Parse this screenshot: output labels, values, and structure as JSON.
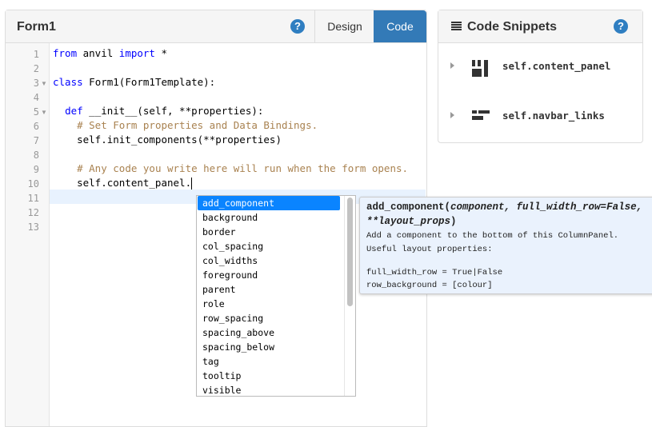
{
  "editor": {
    "title": "Form1",
    "tabs": {
      "design": "Design",
      "code": "Code"
    },
    "help": "?",
    "lines": [
      [
        {
          "t": "from",
          "k": "kw"
        },
        {
          "t": " anvil "
        },
        {
          "t": "import",
          "k": "kw"
        },
        {
          "t": " *"
        }
      ],
      [],
      [
        {
          "t": "class",
          "k": "kw"
        },
        {
          "t": " Form1(Form1Template):"
        }
      ],
      [],
      [
        {
          "t": "  "
        },
        {
          "t": "def",
          "k": "kw"
        },
        {
          "t": " __init__(self, **properties):"
        }
      ],
      [
        {
          "t": "    "
        },
        {
          "t": "# Set Form properties and Data Bindings.",
          "k": "cm"
        }
      ],
      [
        {
          "t": "    self.init_components(**properties)"
        }
      ],
      [],
      [
        {
          "t": "    "
        },
        {
          "t": "# Any code you write here will run when the form opens.",
          "k": "cm"
        }
      ],
      [
        {
          "t": "    self.content_panel."
        }
      ],
      [],
      [],
      []
    ],
    "fold_lines": [
      3,
      5
    ]
  },
  "autocomplete": {
    "items": [
      "add_component",
      "background",
      "border",
      "col_spacing",
      "col_widths",
      "foreground",
      "parent",
      "role",
      "row_spacing",
      "spacing_above",
      "spacing_below",
      "tag",
      "tooltip",
      "visible"
    ],
    "selected": 0
  },
  "tooltip": {
    "sig_line1": "add_component(component, full_width_row=False,",
    "sig_line2": "**layout_props)",
    "desc1": "Add a component to the bottom of this ColumnPanel.",
    "desc2": "Useful layout properties:",
    "prop1": "full_width_row = True|False",
    "prop2": "row_background = [colour]"
  },
  "snippets": {
    "title": "Code Snippets",
    "help": "?",
    "items": [
      {
        "label": "self.content_panel",
        "icon": "column-panel-icon"
      },
      {
        "label": "self.navbar_links",
        "icon": "navbar-icon"
      }
    ]
  },
  "colors": {
    "accent": "#337ab7",
    "keyword": "#0000ff",
    "comment": "#a98250",
    "selection": "#0a84ff"
  }
}
